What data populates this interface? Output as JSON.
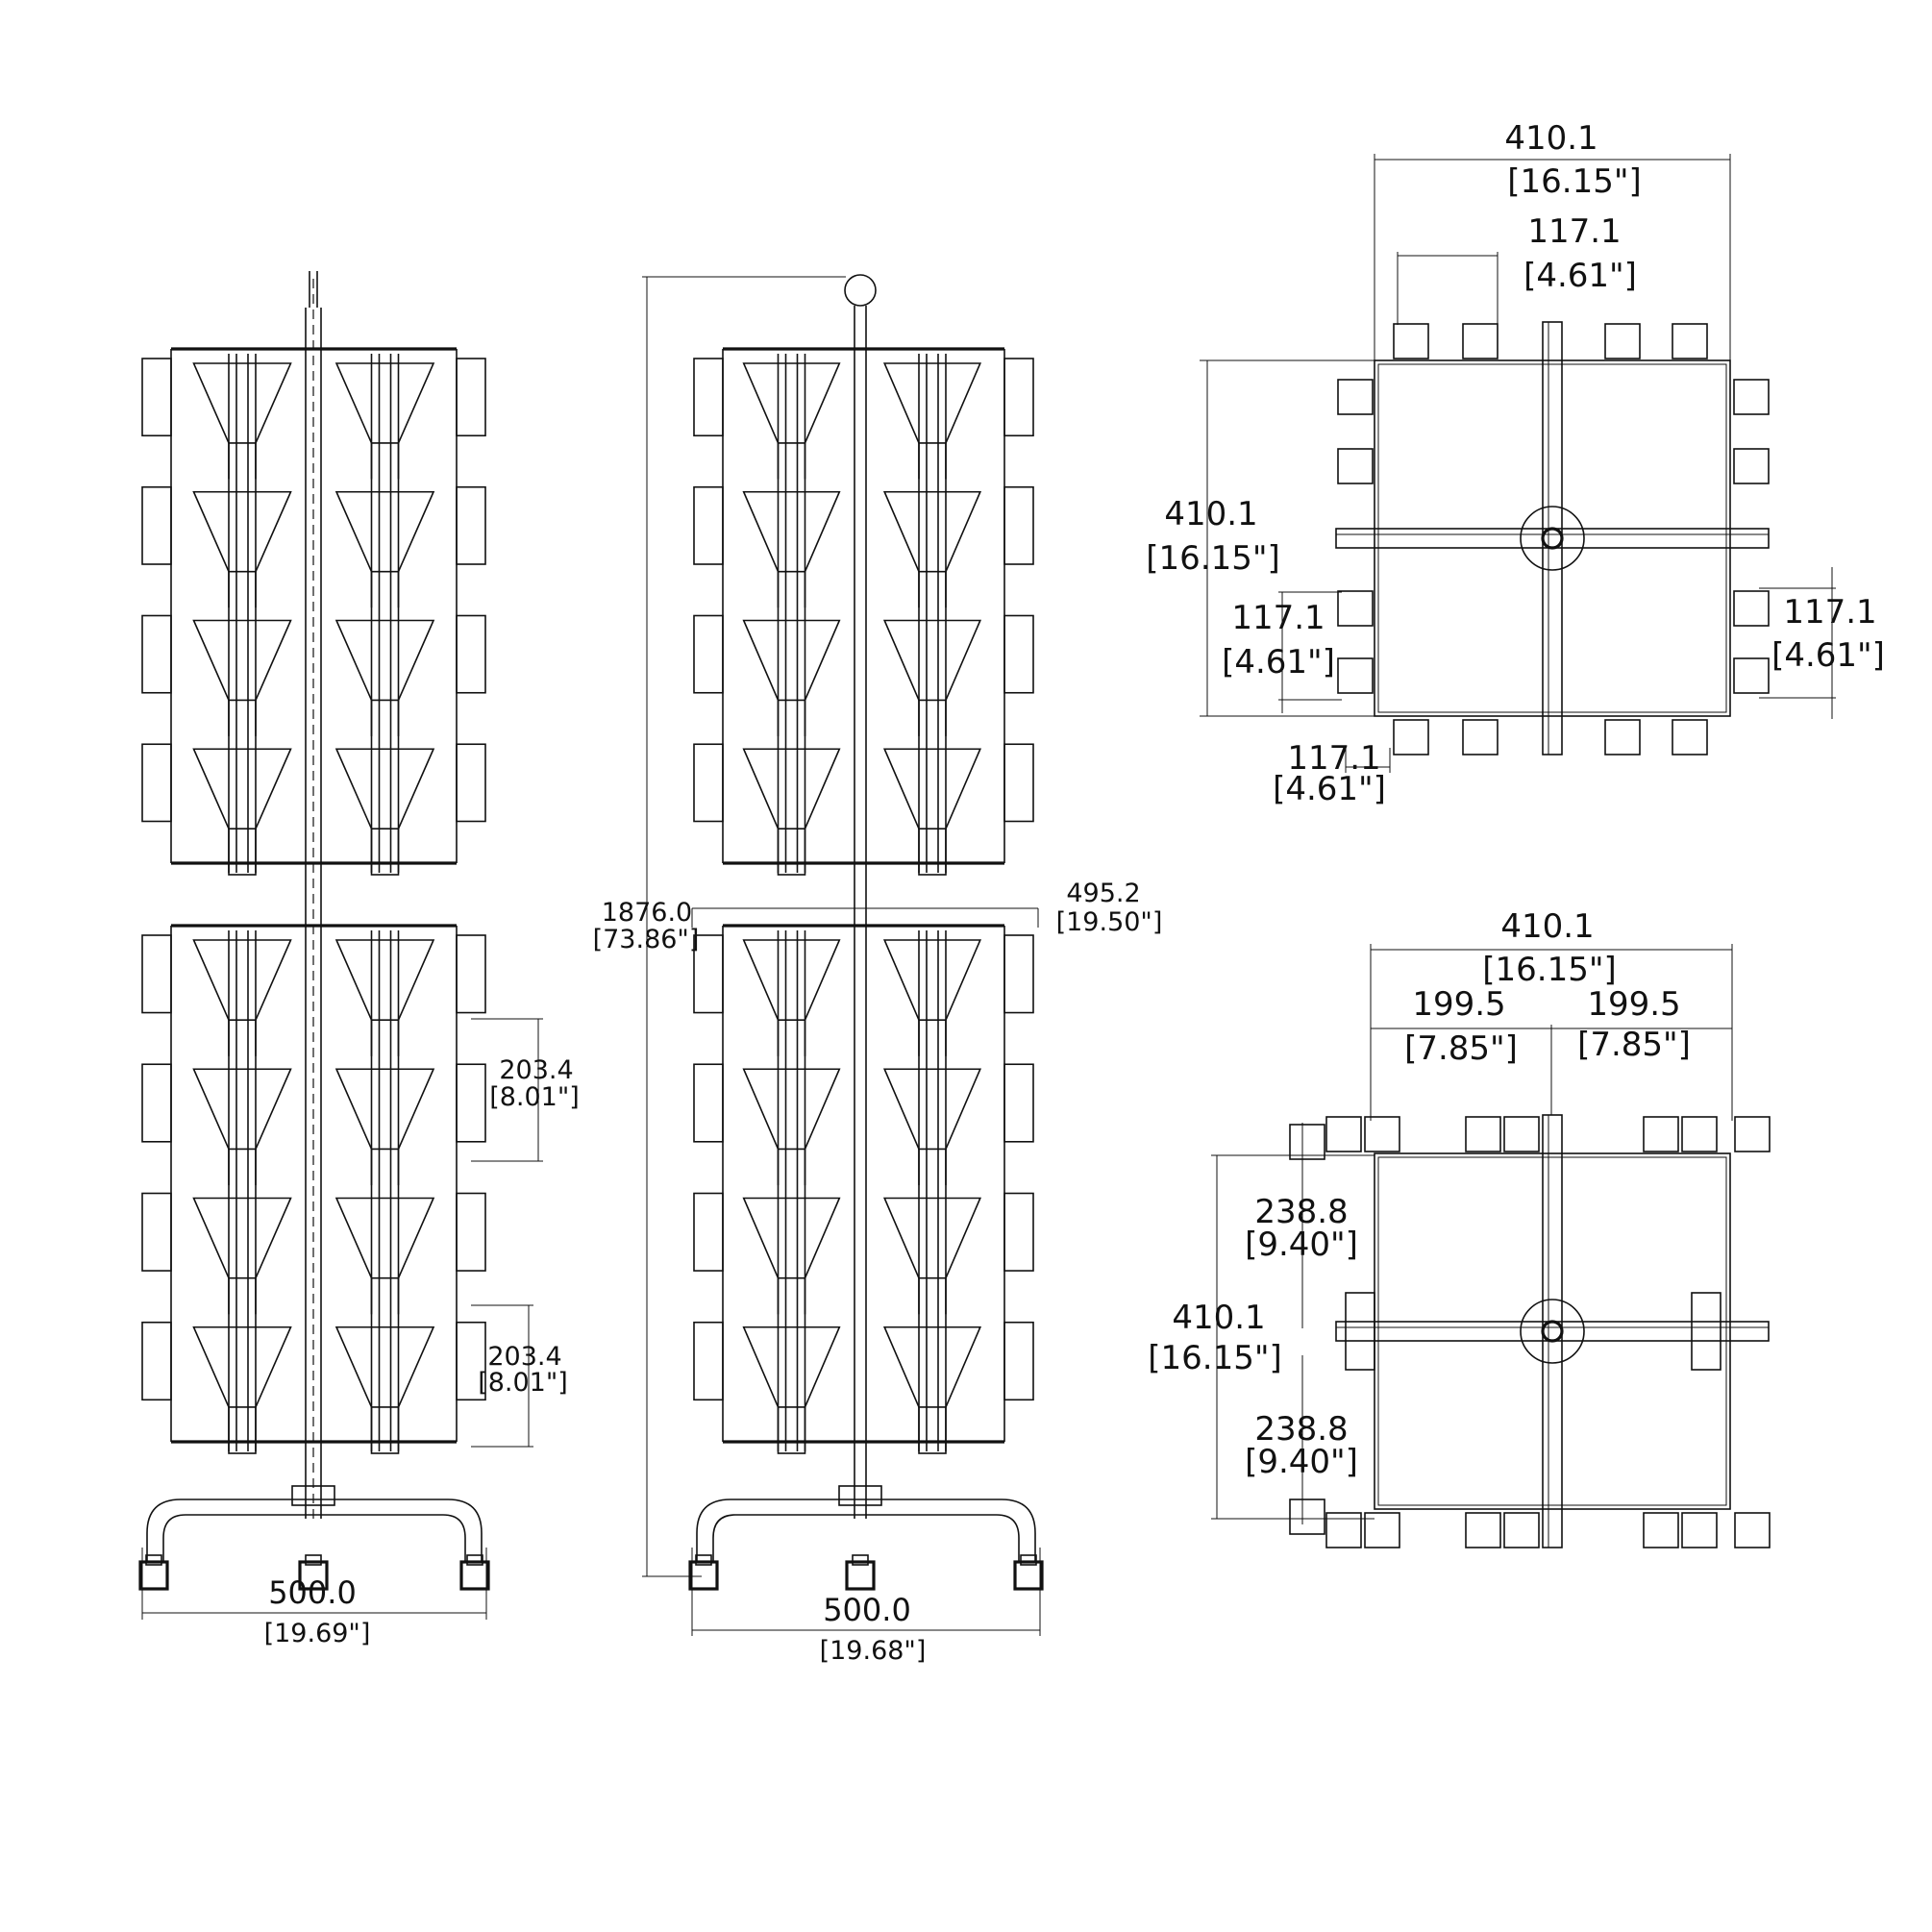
{
  "colors": {
    "line": "#111111",
    "background": "#ffffff"
  },
  "front_view": {
    "module_spacing_top": {
      "mm": "203.4",
      "in": "[8.01\"]"
    },
    "module_spacing_bottom": {
      "mm": "203.4",
      "in": "[8.01\"]"
    },
    "base_width": {
      "mm": "500.0",
      "in": "[19.69\"]"
    }
  },
  "side_view": {
    "overall_height": {
      "mm": "1876.0",
      "in": "[73.86\"]"
    },
    "module_height": {
      "mm": "495.2",
      "in": "[19.50\"]"
    },
    "base_width": {
      "mm": "500.0",
      "in": "[19.68\"]"
    }
  },
  "top_view_upper": {
    "overall_width": {
      "mm": "410.1",
      "in": "[16.15\"]"
    },
    "pocket_width": {
      "mm": "117.1",
      "in": "[4.61\"]"
    },
    "overall_depth": {
      "mm": "410.1",
      "in": "[16.15\"]"
    },
    "pocket_left": {
      "mm": "117.1",
      "in": "[4.61\"]"
    },
    "pocket_right": {
      "mm": "117.1",
      "in": "[4.61\"]"
    },
    "pocket_bottom": {
      "mm": "117.1",
      "in": "[4.61\"]"
    }
  },
  "top_view_lower": {
    "overall_width": {
      "mm": "410.1",
      "in": "[16.15\"]"
    },
    "half_left": {
      "mm": "199.5",
      "in": "[7.85\"]"
    },
    "half_right": {
      "mm": "199.5",
      "in": "[7.85\"]"
    },
    "overall_depth": {
      "mm": "410.1",
      "in": "[16.15\"]"
    },
    "offset_top": {
      "mm": "238.8",
      "in": "[9.40\"]"
    },
    "offset_bottom": {
      "mm": "238.8",
      "in": "[9.40\"]"
    }
  }
}
